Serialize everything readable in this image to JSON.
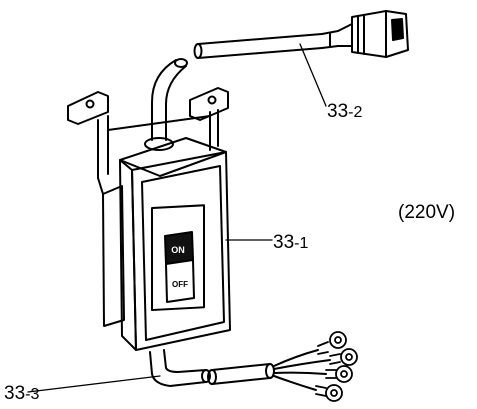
{
  "callouts": {
    "cord_33_2": {
      "main": "33",
      "sub": "-2"
    },
    "switch_33_1": {
      "main": "33",
      "sub": "-1"
    },
    "cable_33_3": {
      "main": "33",
      "sub": "-3"
    }
  },
  "voltage_label": "(220V)",
  "switch_labels": {
    "on": "ON",
    "off": "OFF"
  }
}
